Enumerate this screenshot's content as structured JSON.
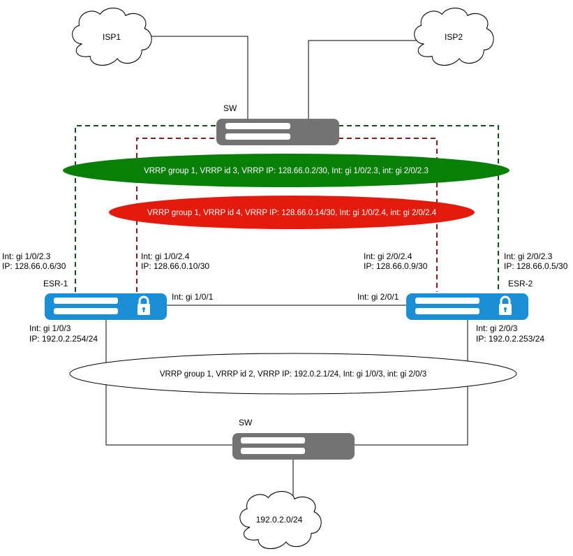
{
  "colors": {
    "esr_blue": "#1a8fd6",
    "switch_gray": "#737373",
    "vrrp_green": "#088008",
    "vrrp_red": "#e41a0c",
    "dash_green": "#11501a",
    "dash_red": "#8b1a1a",
    "line": "#000000"
  },
  "clouds": {
    "isp1": {
      "label": "ISP1"
    },
    "isp2": {
      "label": "ISP2"
    },
    "lan": {
      "label": "192.0.2.0/24"
    }
  },
  "switches": {
    "top": {
      "label": "SW"
    },
    "bottom": {
      "label": "SW"
    }
  },
  "routers": {
    "esr1": {
      "label": "ESR-1",
      "uplink_green": {
        "int": "Int: gi 1/0/2.3",
        "ip": "IP: 128.66.0.6/30"
      },
      "uplink_red": {
        "int": "Int: gi 1/0/2.4",
        "ip": "IP: 128.66.0.10/30"
      },
      "link": {
        "int": "Int: gi 1/0/1"
      },
      "lan": {
        "int": "Int: gi 1/0/3",
        "ip": "IP: 192.0.2.254/24"
      }
    },
    "esr2": {
      "label": "ESR-2",
      "uplink_green": {
        "int": "Int: gi 2/0/2.3",
        "ip": "IP: 128.66.0.5/30"
      },
      "uplink_red": {
        "int": "Int: gi 2/0/2.4",
        "ip": "IP: 128.66.0.9/30"
      },
      "link": {
        "int": "Int: gi 2/0/1"
      },
      "lan": {
        "int": "Int: gi 2/0/3",
        "ip": "IP: 192.0.2.253/24"
      }
    }
  },
  "vrrp": {
    "green": "VRRP group 1, VRRP id 3, VRRP IP: 128.66.0.2/30, Int: gi 1/0/2.3, int: gi 2/0/2.3",
    "red": "VRRP group 1, VRRP id 4, VRRP IP: 128.66.0.14/30, Int: gi 1/0/2.4, int: gi 2/0/2.4",
    "lan": "VRRP group 1, VRRP id 2, VRRP IP: 192.0.2.1/24, Int: gi 1/0/3, int: gi 2/0/3"
  }
}
